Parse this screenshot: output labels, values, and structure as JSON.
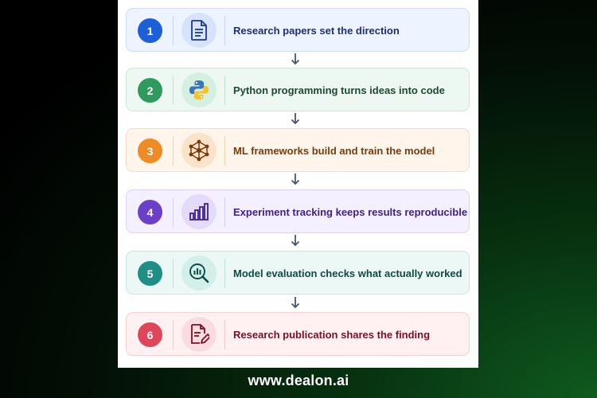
{
  "steps": [
    {
      "number": "1",
      "label": "Research papers set the direction",
      "icon": "document-icon"
    },
    {
      "number": "2",
      "label": "Python programming turns ideas into code",
      "icon": "python-icon"
    },
    {
      "number": "3",
      "label": "ML frameworks build and train the model",
      "icon": "network-icon"
    },
    {
      "number": "4",
      "label": "Experiment tracking keeps results reproducible",
      "icon": "bar-chart-icon"
    },
    {
      "number": "5",
      "label": "Model evaluation checks what actually worked",
      "icon": "magnifier-chart-icon"
    },
    {
      "number": "6",
      "label": "Research publication shares the finding",
      "icon": "edit-document-icon"
    }
  ],
  "colors": {
    "blue": "#1d5fd8",
    "green": "#2f9a5e",
    "orange": "#ee8b25",
    "purple": "#6b3fc8",
    "teal": "#1f8f86",
    "red": "#e0465a",
    "arrow": "#4a5568"
  },
  "footer": {
    "url": "www.dealon.ai"
  }
}
